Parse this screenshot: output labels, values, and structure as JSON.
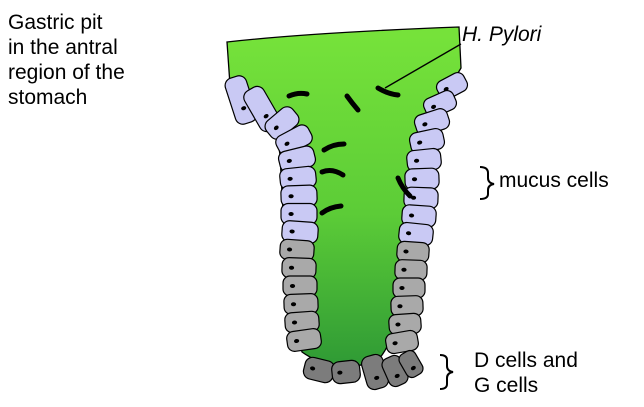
{
  "labels": {
    "title_lines": [
      "Gastric pit",
      "in the antral",
      "region of the",
      "stomach"
    ],
    "h_pylori": "H. Pylori",
    "mucus_cells": "mucus cells",
    "dg_lines": [
      "D cells and",
      "G cells"
    ]
  },
  "colors": {
    "lumen_top": "#77e33a",
    "lumen_bottom": "#2f9a35",
    "mucus_cell": "#c9c9f4",
    "d_g_cell": "#a9a9a9",
    "bottom_cell": "#7c7c7c",
    "outline": "#000000"
  },
  "icons": {
    "bacteria": "rod-shaped-bacterium",
    "brace": "right-curly-brace"
  }
}
